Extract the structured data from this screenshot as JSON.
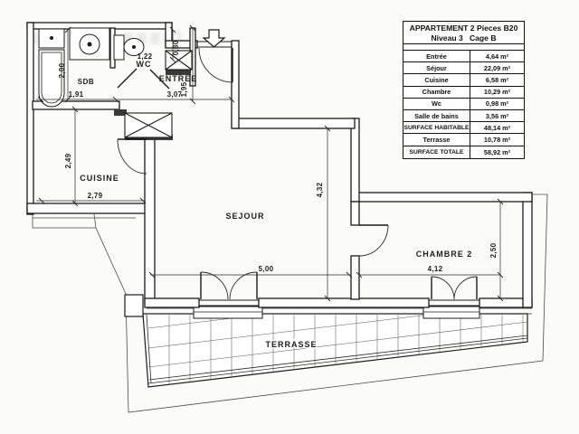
{
  "info_table": {
    "title_line1": "APPARTEMENT 2 Pieces B20",
    "title_line2": "Niveau 3   Cage B",
    "rows": [
      {
        "label": "Entrée",
        "value": "4,64 m²"
      },
      {
        "label": "Séjour",
        "value": "22,09 m²"
      },
      {
        "label": "Cuisine",
        "value": "6,58 m²"
      },
      {
        "label": "Chambre",
        "value": "10,29 m²"
      },
      {
        "label": "Wc",
        "value": "0,98 m²"
      },
      {
        "label": "Salle de bains",
        "value": "3,56 m²"
      },
      {
        "label": "SURFACE HABITABLE",
        "value": "48,14 m²"
      },
      {
        "label": "Terrasse",
        "value": "10,78 m²"
      },
      {
        "label": "SURFACE TOTALE",
        "value": "58,92 m²"
      }
    ]
  },
  "plan": {
    "rooms": {
      "sdb": "SDB",
      "wc": "WC",
      "entree": "ENTREE",
      "cuisine": "CUISINE",
      "sejour": "SEJOUR",
      "chambre": "CHAMBRE 2",
      "terrasse": "TERRASSE"
    },
    "dims": {
      "sdb_height": "2,00",
      "sdb_width": "1,91",
      "wc_width": "1,22",
      "wc_depth": "0,80",
      "wc_height": "1,95",
      "entree_width": "3,07",
      "cuisine_height": "2,49",
      "cuisine_width": "2,79",
      "sejour_height": "4,32",
      "sejour_width": "5,00",
      "chambre_width": "4,12",
      "chambre_height": "2,50"
    }
  },
  "colors": {
    "line": "#1b1b1b",
    "paper": "#fbfbf9",
    "thin": "#3c3c3c"
  }
}
